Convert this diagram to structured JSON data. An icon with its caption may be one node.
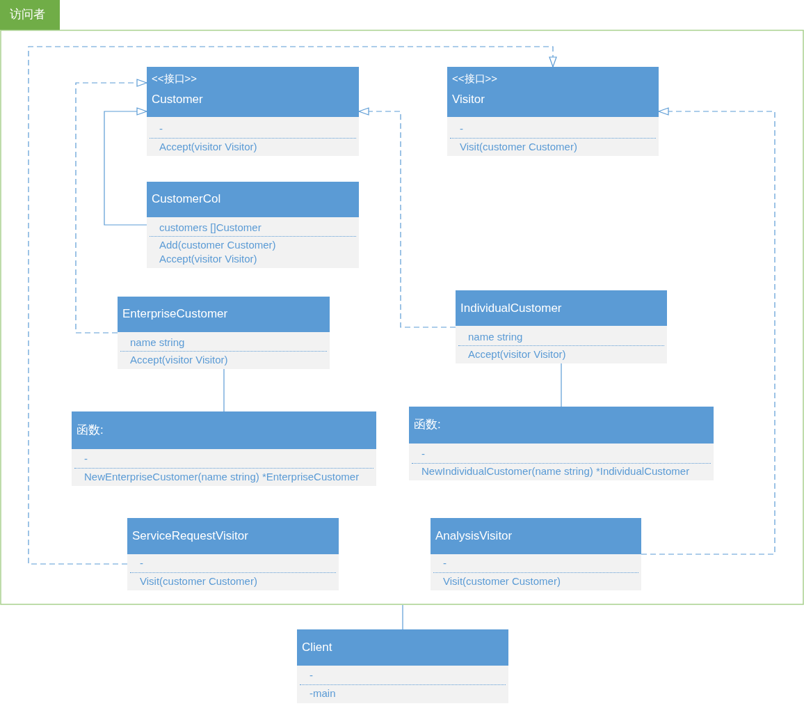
{
  "diagram": {
    "nodes": [
      {
        "text": [
          "访问者"
        ]
      },
      {
        "text": [
          "<<接口>>",
          "Customer",
          "-",
          "Accept(visitor Visitor)"
        ],
        "in": 0
      },
      {
        "text": [
          "<<接口>>",
          "Visitor",
          "-",
          "Visit(customer Customer)"
        ],
        "in": 0
      },
      {
        "text": [
          "CustomerCol",
          "customers []Customer",
          "Add(customer Customer)",
          "Accept(visitor Visitor)"
        ],
        "in": 0
      },
      {
        "text": [
          "EnterpriseCustomer",
          "name string",
          "Accept(visitor Visitor)"
        ],
        "in": 0
      },
      {
        "text": [
          "IndividualCustomer",
          "name string",
          "Accept(visitor Visitor)"
        ],
        "in": 0
      },
      {
        "text": [
          "函数:",
          "-",
          "NewEnterpriseCustomer(name string) *EnterpriseCustomer"
        ],
        "in": 0
      },
      {
        "text": [
          "函数:",
          "-",
          "NewIndividualCustomer(name string) *IndividualCustomer"
        ],
        "in": 0
      },
      {
        "text": [
          "ServiceRequestVisitor",
          "-",
          "Visit(customer Customer)"
        ],
        "in": 0
      },
      {
        "text": [
          "AnalysisVisitor",
          "-",
          "Visit(customer Customer)"
        ],
        "in": 0
      },
      {
        "text": [
          "Client",
          "-",
          "-main"
        ]
      }
    ],
    "edges": [
      {
        "from": 3,
        "to": 1,
        "arrow": "to"
      },
      {
        "from": 4,
        "to": 1,
        "arrow": "to",
        "style": "dashed"
      },
      {
        "from": 5,
        "to": 1,
        "arrow": "to",
        "style": "dashed"
      },
      {
        "from": 8,
        "to": 2,
        "arrow": "to",
        "style": "dashed"
      },
      {
        "from": 9,
        "to": 2,
        "arrow": "to",
        "style": "dashed"
      },
      {
        "from": 4,
        "to": 6,
        "arrow": "none"
      },
      {
        "from": 5,
        "to": 7,
        "arrow": "none"
      },
      {
        "from": 10,
        "to": 0,
        "arrow": "none"
      }
    ]
  }
}
